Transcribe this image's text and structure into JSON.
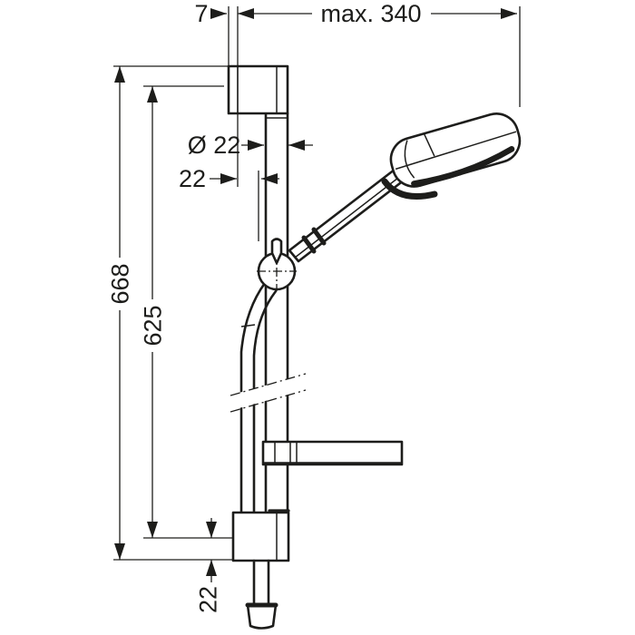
{
  "drawing": {
    "background": "#ffffff",
    "line_color": "#1d1d1b",
    "dimensions": {
      "top_offset": "7",
      "max_width": "max. 340",
      "rail_diameter": "Ø 22",
      "wall_clearance": "22",
      "overall_height": "668",
      "mounting_distance": "625",
      "bottom_offset": "22"
    }
  }
}
